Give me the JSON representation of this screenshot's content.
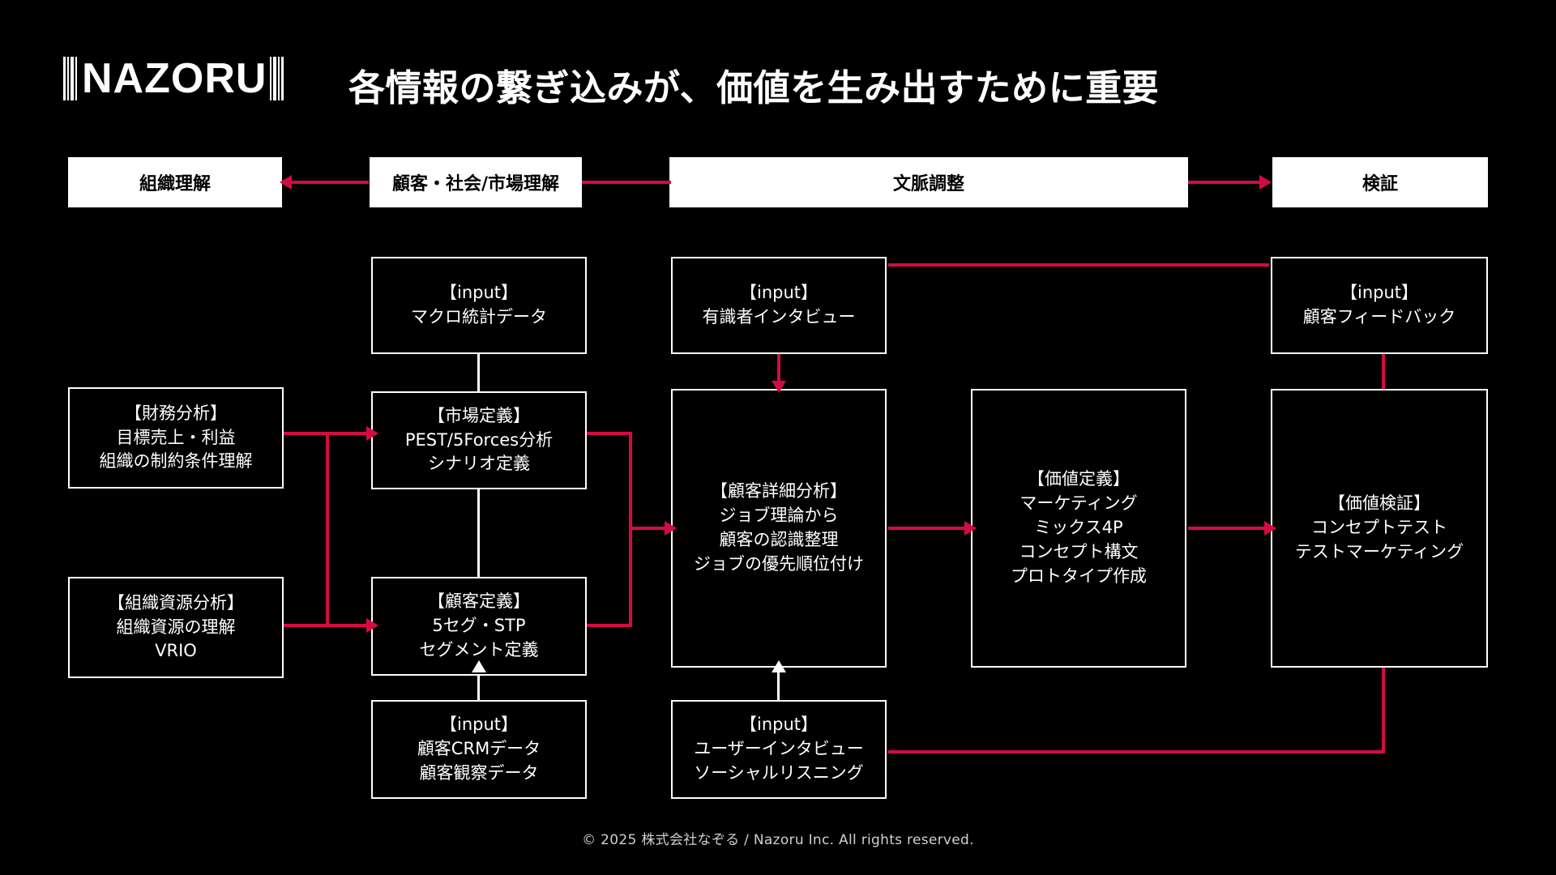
{
  "brand": {
    "logo_text": "NAZORU",
    "accent_color": "#d40b43",
    "background_color": "#000000",
    "foreground_color": "#ffffff"
  },
  "header": {
    "title": "各情報の繋ぎ込みが、価値を生み出すために重要"
  },
  "phases": [
    {
      "label": "組織理解"
    },
    {
      "label": "顧客・社会/市場理解"
    },
    {
      "label": "文脈調整"
    },
    {
      "label": "検証"
    }
  ],
  "nodes": {
    "finance": {
      "title": "【財務分析】",
      "line2": "目標売上・利益",
      "line3": "組織の制約条件理解"
    },
    "org_resource": {
      "title": "【組織資源分析】",
      "line2": "組織資源の理解",
      "line3": "VRIO"
    },
    "input_macro": {
      "title": "【input】",
      "line2": "マクロ統計データ"
    },
    "market_def": {
      "title": "【市場定義】",
      "line2": "PEST/5Forces分析",
      "line3": "シナリオ定義"
    },
    "customer_def": {
      "title": "【顧客定義】",
      "line2": "5セグ・STP",
      "line3": "セグメント定義"
    },
    "input_crm": {
      "title": "【input】",
      "line2": "顧客CRMデータ",
      "line3": "顧客観察データ"
    },
    "input_expert": {
      "title": "【input】",
      "line2": "有識者インタビュー"
    },
    "customer_detail": {
      "title": "【顧客詳細分析】",
      "line2": "ジョブ理論から",
      "line3": "顧客の認識整理",
      "line4": "ジョブの優先順位付け"
    },
    "input_user": {
      "title": "【input】",
      "line2": "ユーザーインタビュー",
      "line3": "ソーシャルリスニング"
    },
    "value_def": {
      "title": "【価値定義】",
      "line2": "マーケティング",
      "line3": "ミックス4P",
      "line4": "コンセプト構文",
      "line5": "プロトタイプ作成"
    },
    "input_feedback": {
      "title": "【input】",
      "line2": "顧客フィードバック"
    },
    "value_validate": {
      "title": "【価値検証】",
      "line2": "コンセプトテスト",
      "line3": "テストマーケティング"
    }
  },
  "footer": {
    "copyright": "© 2025 株式会社なぞる / Nazoru Inc. All rights reserved."
  }
}
